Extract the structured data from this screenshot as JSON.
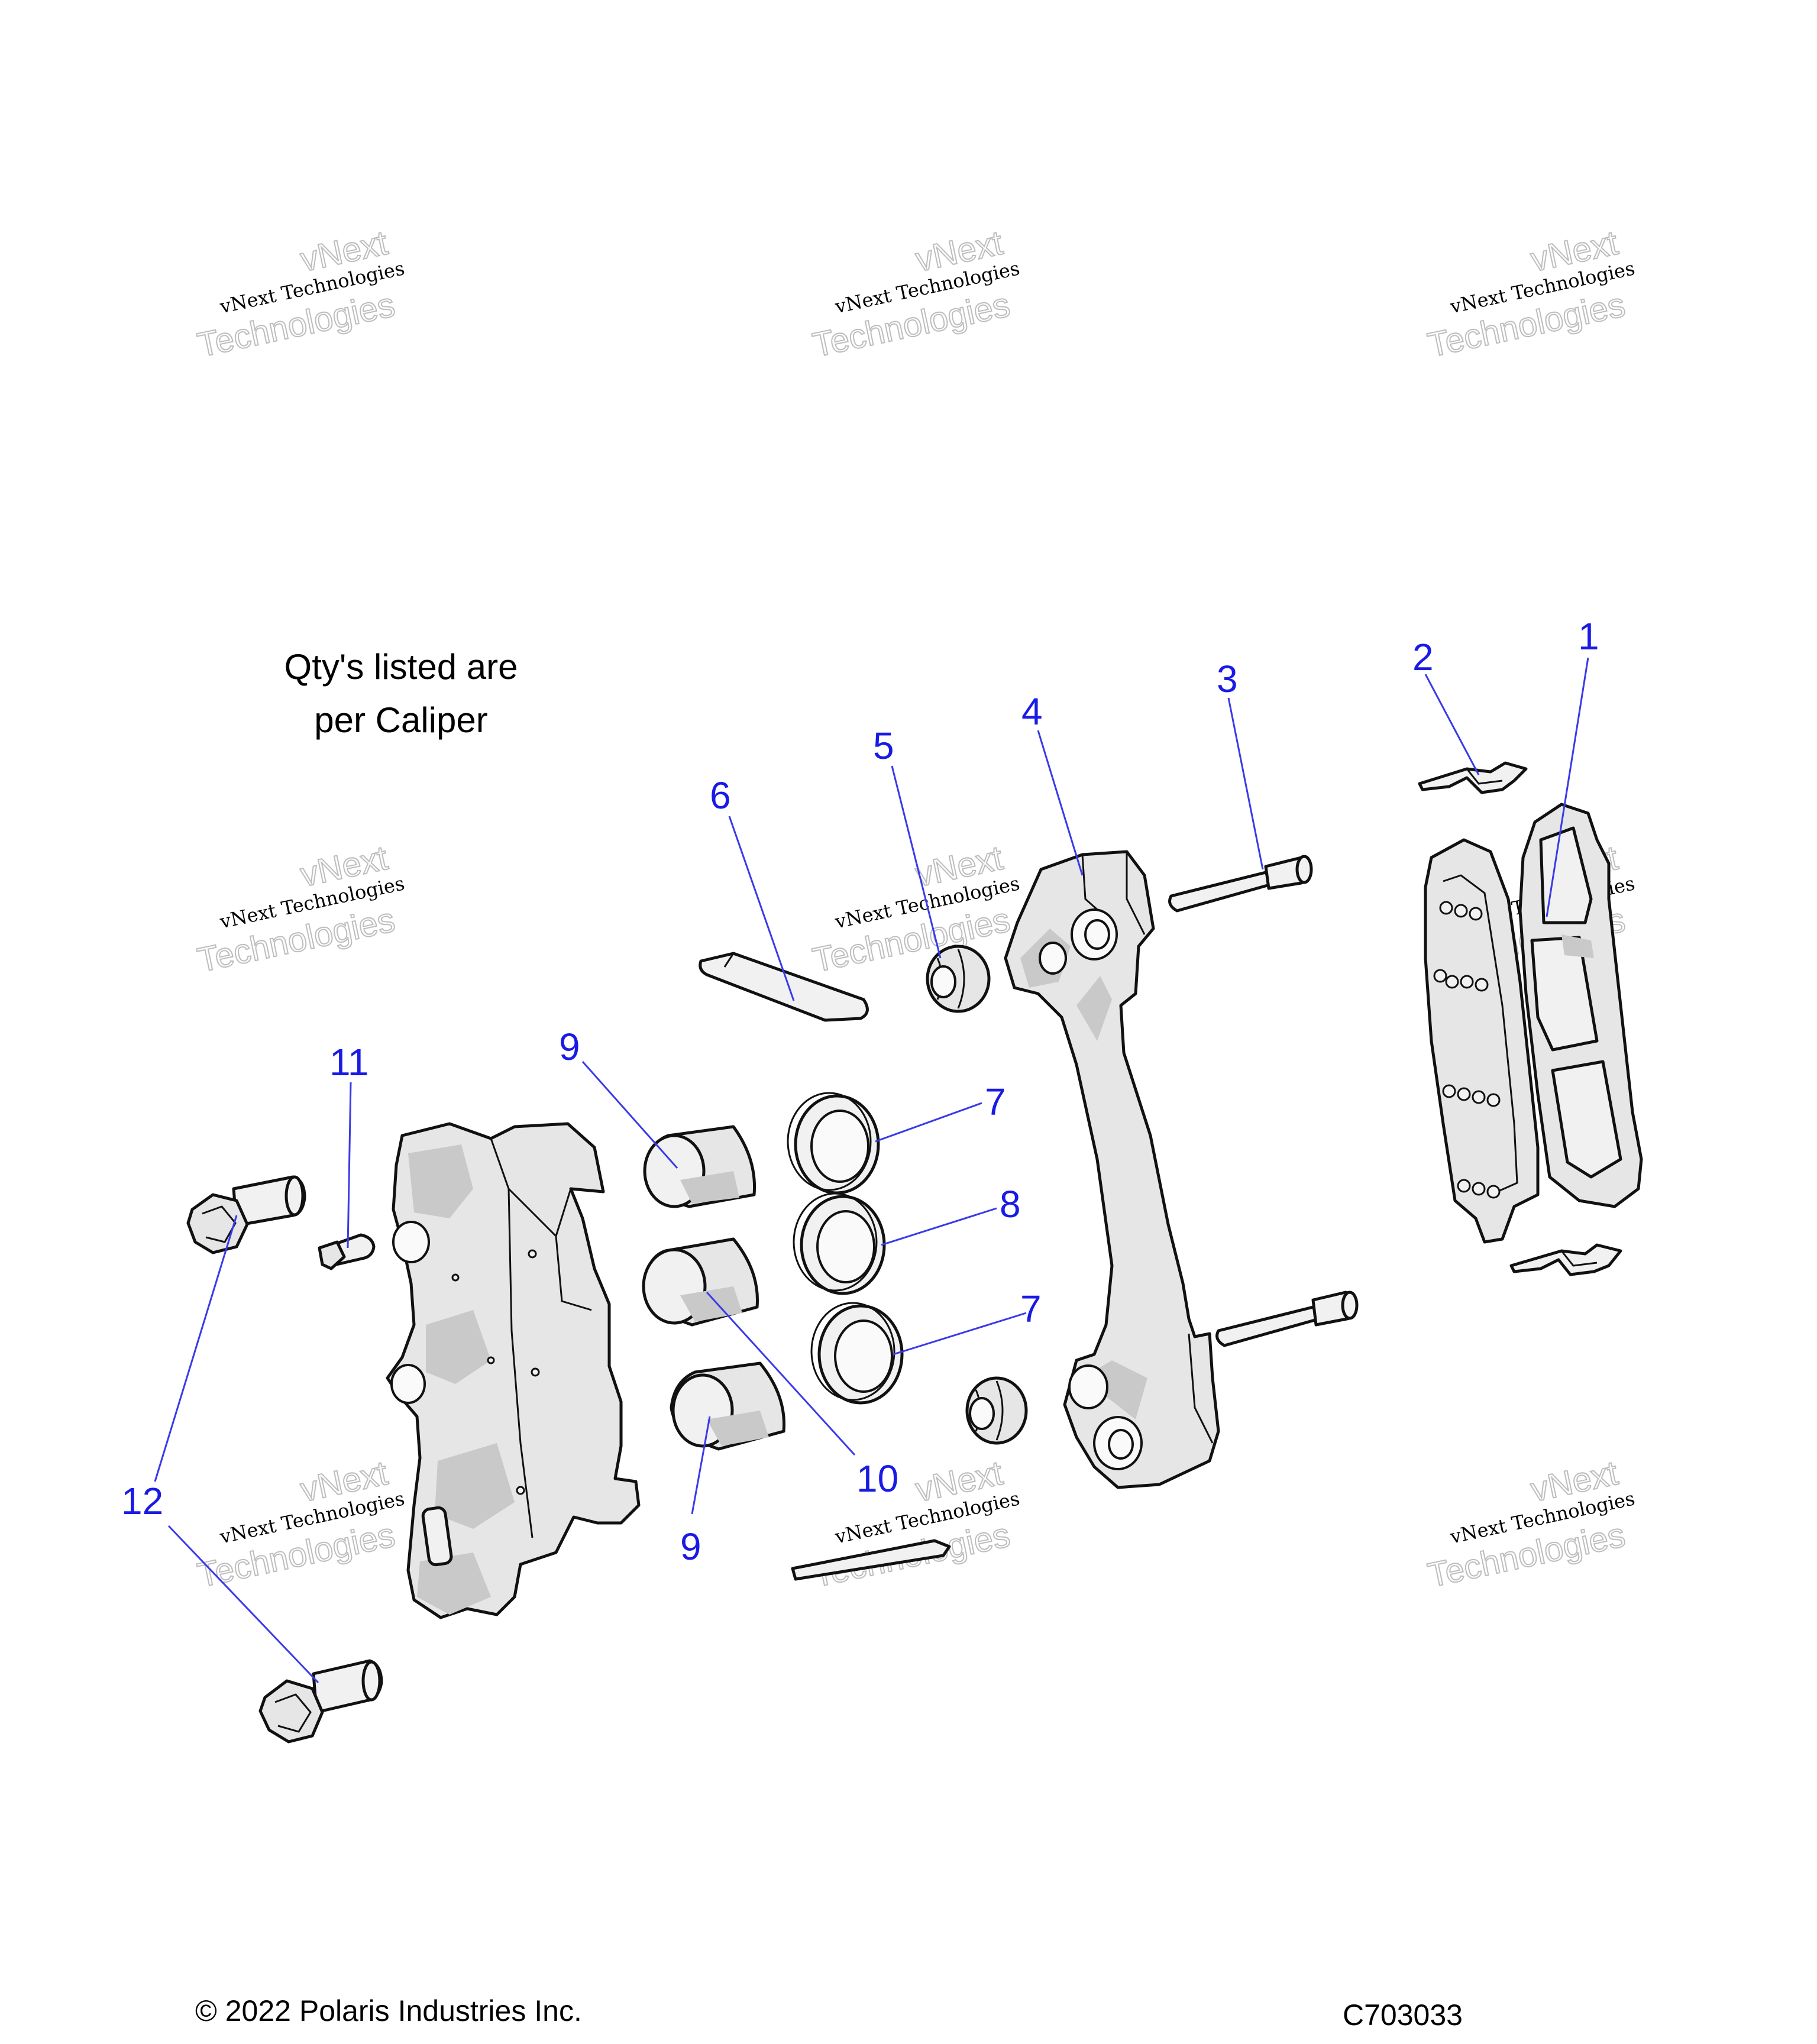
{
  "note": {
    "line1": "Qty's listed are",
    "line2": "per Caliper"
  },
  "footer": {
    "copyright": "© 2022 Polaris Industries Inc.",
    "diagram_id": "C703033"
  },
  "watermark": {
    "line1": "vNext",
    "line2": "vNext Technologies",
    "line3": "Technologies"
  },
  "callouts": {
    "c1": "1",
    "c2": "2",
    "c3": "3",
    "c4": "4",
    "c5": "5",
    "c6": "6",
    "c7a": "7",
    "c7b": "7",
    "c8": "8",
    "c9a": "9",
    "c9b": "9",
    "c10": "10",
    "c11": "11",
    "c12": "12"
  },
  "colors": {
    "callout": "#1a1ae6",
    "part_fill": "#e6e6e6",
    "outline": "#111111"
  }
}
